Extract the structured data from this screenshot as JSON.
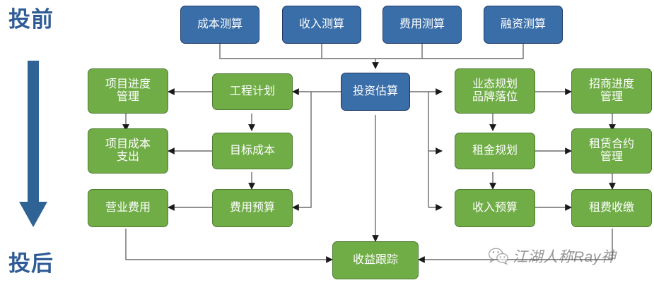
{
  "diagram": {
    "title_phases": {
      "pre": "投前",
      "post": "投后"
    },
    "phase_arrow_icon": "down-arrow-icon",
    "colors": {
      "blue_fill": "#3A6EA8",
      "blue_border": "#1F3864",
      "green_fill": "#70AD47",
      "green_border": "#4E7B31",
      "label_blue": "#2F5C96",
      "connector": "#595959",
      "background": "#FFFFFF"
    },
    "nodes": {
      "cost_estimate": {
        "label": "成本测算",
        "type": "blue"
      },
      "revenue_estimate": {
        "label": "收入测算",
        "type": "blue"
      },
      "expense_estimate": {
        "label": "费用测算",
        "type": "blue"
      },
      "financing_estimate": {
        "label": "融资测算",
        "type": "blue"
      },
      "investment_estimate": {
        "label": "投资估算",
        "type": "blue"
      },
      "project_progress": {
        "label": "项目进度\n管理",
        "type": "green"
      },
      "engineering_plan": {
        "label": "工程计划",
        "type": "green"
      },
      "format_planning": {
        "label": "业态规划\n品牌落位",
        "type": "green"
      },
      "merchant_progress": {
        "label": "招商进度\n管理",
        "type": "green"
      },
      "project_cost_expend": {
        "label": "项目成本\n支出",
        "type": "green"
      },
      "target_cost": {
        "label": "目标成本",
        "type": "green"
      },
      "rent_planning": {
        "label": "租金规划",
        "type": "green"
      },
      "lease_contract": {
        "label": "租赁合约\n管理",
        "type": "green"
      },
      "operating_expense": {
        "label": "营业费用",
        "type": "green"
      },
      "expense_budget": {
        "label": "费用预算",
        "type": "green"
      },
      "revenue_budget": {
        "label": "收入预算",
        "type": "green"
      },
      "rent_collection": {
        "label": "租费收缴",
        "type": "green"
      },
      "profit_tracking": {
        "label": "收益跟踪",
        "type": "green"
      }
    },
    "watermark": {
      "text": "江湖人称Ray神",
      "icon": "wechat-icon"
    }
  }
}
